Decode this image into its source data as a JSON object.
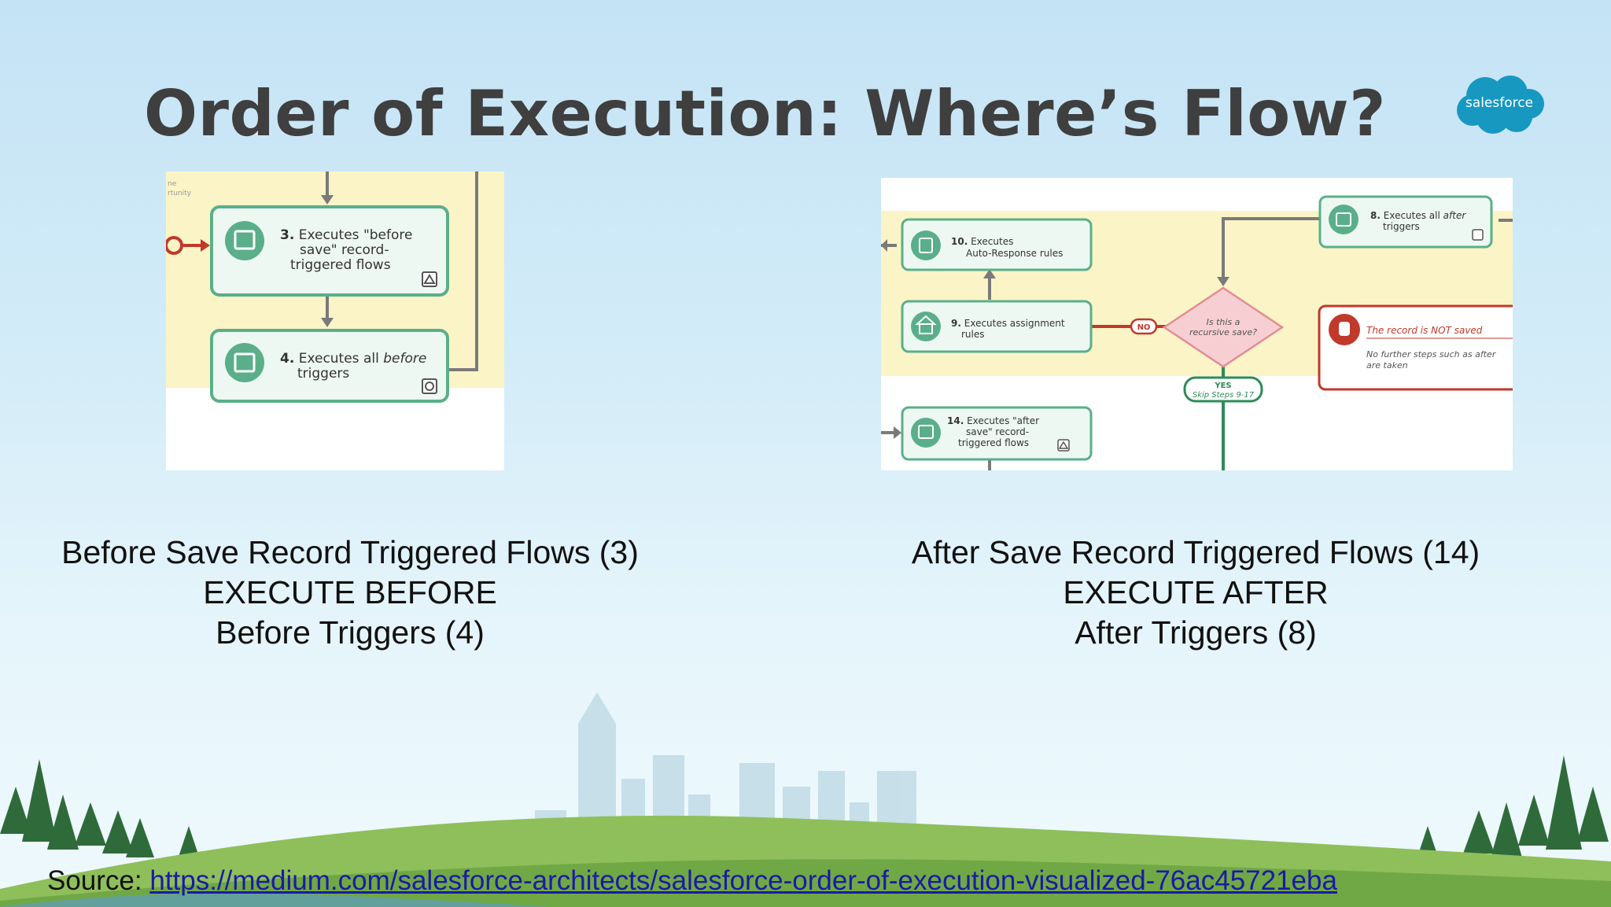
{
  "slide": {
    "title": "Order of Execution: Where’s Flow?",
    "logo_text": "salesforce"
  },
  "left_diagram": {
    "step3": {
      "num": "3.",
      "line1": "Executes \"before",
      "line2": "save\" record-",
      "line3": "triggered flows"
    },
    "step4": {
      "num": "4.",
      "line1": "Executes all",
      "italic": "before",
      "line2": "triggers"
    },
    "cropped_text": [
      "ne",
      "rtunity"
    ]
  },
  "right_diagram": {
    "step8": {
      "num": "8.",
      "line1": "Executes all",
      "italic": "after",
      "line2": "triggers"
    },
    "step10": {
      "num": "10.",
      "line1": "Executes",
      "line2": "Auto-Response rules"
    },
    "step9": {
      "num": "9.",
      "line1": "Executes assignment",
      "line2": "rules"
    },
    "decision": {
      "line1": "Is this a",
      "line2": "recursive save?"
    },
    "no_label": "NO",
    "yes_label": "YES",
    "skip_label": "Skip Steps 9-17",
    "not_saved": {
      "title": "The record is NOT saved",
      "line1": "No further steps such as after",
      "line2": "are taken"
    },
    "step14": {
      "num": "14.",
      "line1": "Executes \"after",
      "line2": "save\" record-",
      "line3": "triggered flows"
    }
  },
  "captions": {
    "left": [
      "Before Save Record Triggered Flows (3)",
      "EXECUTE BEFORE",
      "Before Triggers (4)"
    ],
    "right": [
      "After Save Record Triggered Flows (14)",
      "EXECUTE AFTER",
      "After Triggers (8)"
    ]
  },
  "source": {
    "label": "Source:",
    "url": "https://medium.com/salesforce-architects/salesforce-order-of-execution-visualized-76ac45721eba"
  },
  "colors": {
    "title": "#3f3f40",
    "salesforce_blue": "#1798c1",
    "node_border": "#5aaf8a",
    "node_fill": "#eef8f2",
    "band_yellow": "#fbf4c6",
    "no_red": "#c0392b",
    "link": "#1a1aa6"
  }
}
